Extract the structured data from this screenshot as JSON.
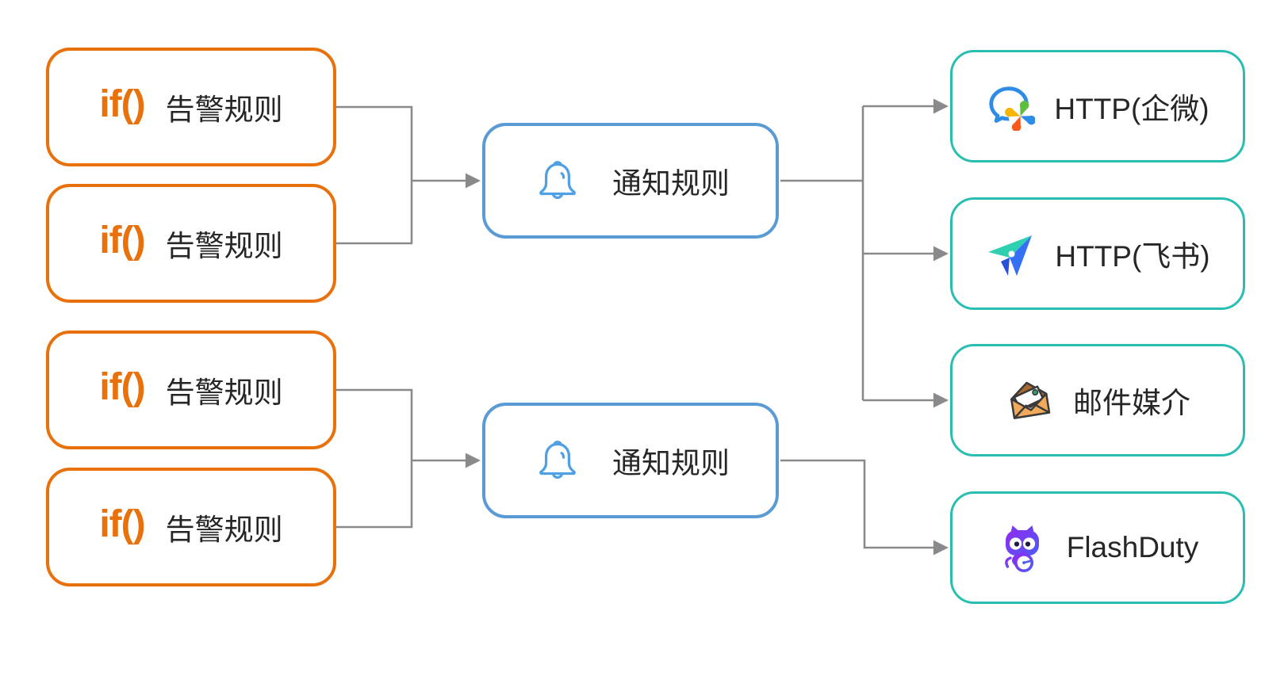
{
  "colors": {
    "alert_border": "#E8710C",
    "notify_border": "#5B9BD5",
    "channel_border": "#29BEB2",
    "connector": "#8A8A8A",
    "text": "#262626",
    "logo": "#E8710C",
    "bell": "#4FA0E4"
  },
  "if_logo_text": "if()",
  "alert_rules": [
    {
      "label": "告警规则"
    },
    {
      "label": "告警规则"
    },
    {
      "label": "告警规则"
    },
    {
      "label": "告警规则"
    }
  ],
  "notify_rules": [
    {
      "label": "通知规则"
    },
    {
      "label": "通知规则"
    }
  ],
  "channels": [
    {
      "label": "HTTP(企微)",
      "icon": "wecom-icon"
    },
    {
      "label": "HTTP(飞书)",
      "icon": "feishu-icon"
    },
    {
      "label": "邮件媒介",
      "icon": "email-icon"
    },
    {
      "label": "FlashDuty",
      "icon": "flashduty-icon"
    }
  ],
  "connections": [
    {
      "from": "alert-rule-1",
      "to": "notify-rule-1"
    },
    {
      "from": "alert-rule-2",
      "to": "notify-rule-1"
    },
    {
      "from": "alert-rule-3",
      "to": "notify-rule-2"
    },
    {
      "from": "alert-rule-4",
      "to": "notify-rule-2"
    },
    {
      "from": "notify-rule-1",
      "to": "channel-wecom"
    },
    {
      "from": "notify-rule-1",
      "to": "channel-feishu"
    },
    {
      "from": "notify-rule-1",
      "to": "channel-email"
    },
    {
      "from": "notify-rule-2",
      "to": "channel-flashduty"
    }
  ]
}
